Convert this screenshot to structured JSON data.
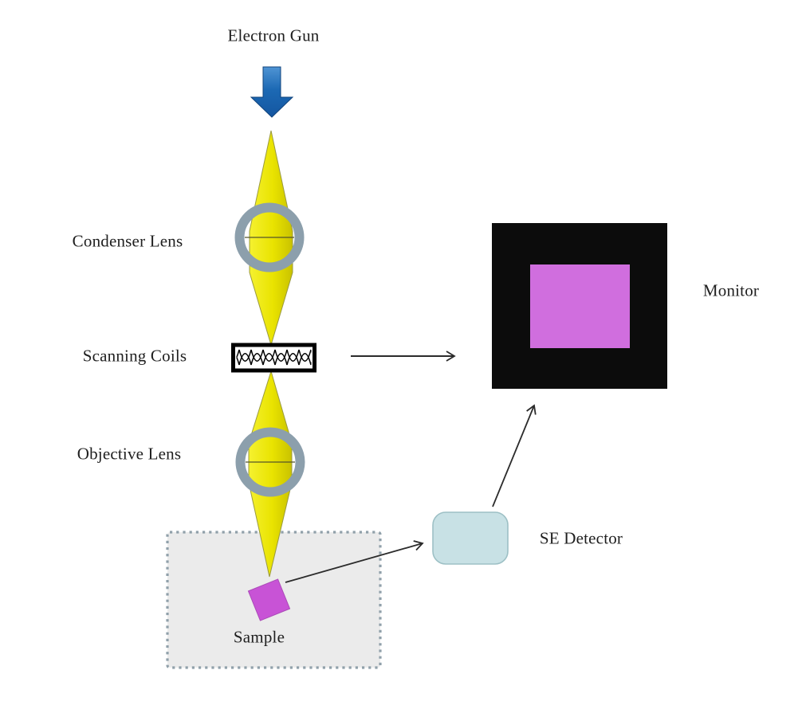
{
  "diagram": {
    "type": "schematic",
    "subject": "Scanning Electron Microscope (SEM) column schematic",
    "labels": {
      "electron_gun": "Electron Gun",
      "condenser_lens": "Condenser Lens",
      "scanning_coils": "Scanning Coils",
      "objective_lens": "Objective Lens",
      "sample": "Sample",
      "se_detector": "SE Detector",
      "monitor": "Monitor"
    },
    "colors": {
      "beam_yellow": "#e8e100",
      "beam_edge": "#9a9a40",
      "lens_ring_gray": "#8c9fac",
      "electron_gun_arrow_blue": "#1f6fbe",
      "sample_magenta": "#c853d6",
      "monitor_frame_black": "#0c0c0c",
      "monitor_screen_magenta": "#d06ede",
      "detector_fill": "#c8e1e5",
      "detector_border": "#9dc0c5",
      "chamber_fill": "#ebebeb",
      "chamber_border": "#90a0aa",
      "arrow_line": "#2b2b2b",
      "label_text": "#1f1f1f"
    },
    "connections": [
      {
        "from": "scanning_coils",
        "to": "monitor",
        "style": "open-arrow"
      },
      {
        "from": "sample",
        "to": "se_detector",
        "style": "open-arrow"
      },
      {
        "from": "se_detector",
        "to": "monitor",
        "style": "open-arrow"
      }
    ]
  }
}
